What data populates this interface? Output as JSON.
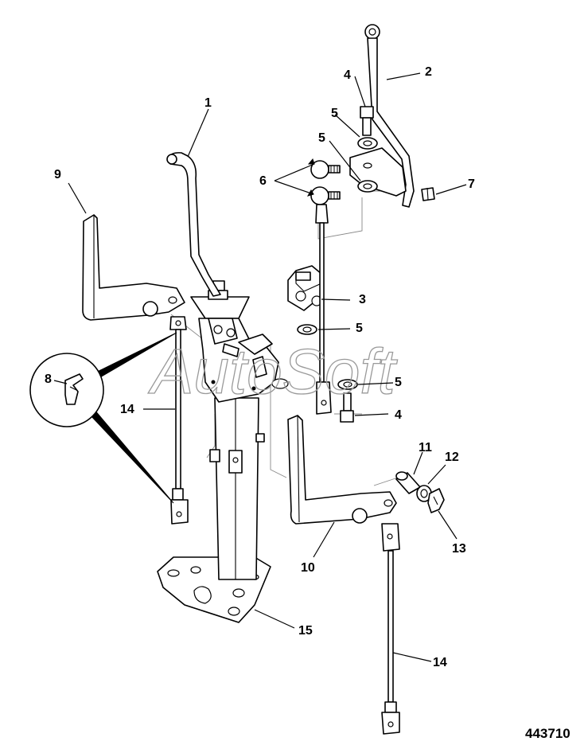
{
  "diagram": {
    "reference_code": "443710",
    "watermark": "AutoSoft",
    "callouts": [
      {
        "id": "c1",
        "label": "1"
      },
      {
        "id": "c2",
        "label": "2"
      },
      {
        "id": "c3",
        "label": "3"
      },
      {
        "id": "c4a",
        "label": "4"
      },
      {
        "id": "c4b",
        "label": "4"
      },
      {
        "id": "c5a",
        "label": "5"
      },
      {
        "id": "c5b",
        "label": "5"
      },
      {
        "id": "c5c",
        "label": "5"
      },
      {
        "id": "c5d",
        "label": "5"
      },
      {
        "id": "c6",
        "label": "6"
      },
      {
        "id": "c7",
        "label": "7"
      },
      {
        "id": "c8",
        "label": "8"
      },
      {
        "id": "c9",
        "label": "9"
      },
      {
        "id": "c10",
        "label": "10"
      },
      {
        "id": "c11",
        "label": "11"
      },
      {
        "id": "c12",
        "label": "12"
      },
      {
        "id": "c13",
        "label": "13"
      },
      {
        "id": "c14a",
        "label": "14"
      },
      {
        "id": "c14b",
        "label": "14"
      },
      {
        "id": "c15",
        "label": "15"
      }
    ]
  }
}
